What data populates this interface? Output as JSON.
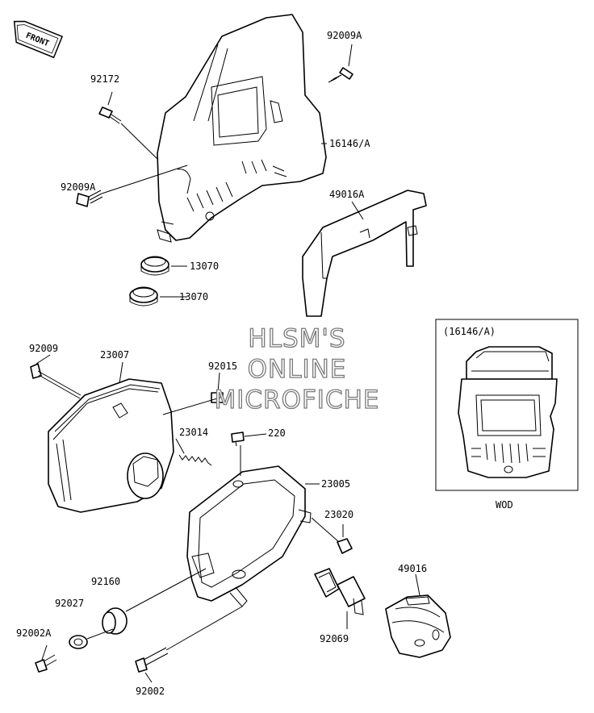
{
  "front_label": "FRONT",
  "watermark": [
    "HLSM'S",
    "ONLINE",
    "MICROFICHE"
  ],
  "parts": {
    "p92009A_top": "92009A",
    "p92172": "92172",
    "p16146A": "16146/A",
    "p92009A_left": "92009A",
    "p49016A": "49016A",
    "p13070_a": "13070",
    "p13070_b": "13070",
    "p92009": "92009",
    "p23007": "23007",
    "p92015": "92015",
    "p23014": "23014",
    "p220": "220",
    "p23005": "23005",
    "p23020": "23020",
    "p92160": "92160",
    "p92027": "92027",
    "p92002A": "92002A",
    "p92069": "92069",
    "p49016": "49016",
    "p92002": "92002"
  },
  "inset": {
    "title": "(16146/A)",
    "caption": "WOD"
  }
}
